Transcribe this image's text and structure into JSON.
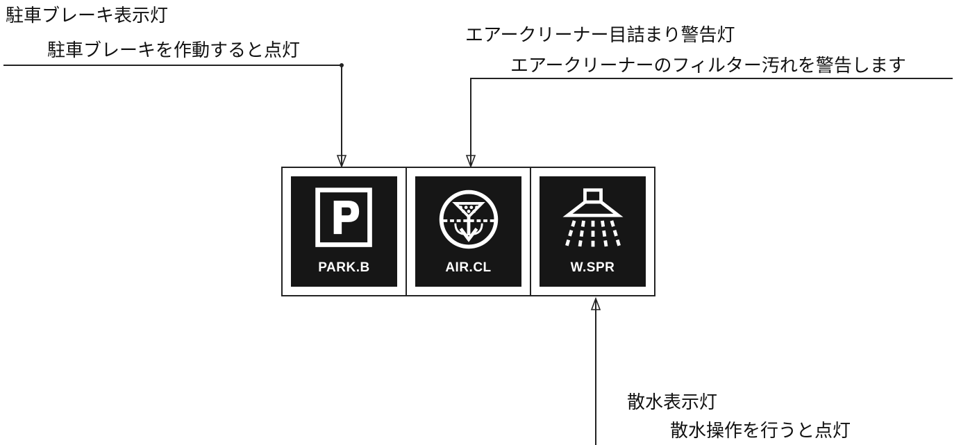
{
  "callouts": {
    "parking_brake": {
      "title": "駐車ブレーキ表示灯",
      "description": "駐車ブレーキを作動すると点灯"
    },
    "air_cleaner": {
      "title": "エアークリーナー目詰まり警告灯",
      "description": "エアークリーナーのフィルター汚れを警告します"
    },
    "water_spray": {
      "title": "散水表示灯",
      "description": "散水操作を行うと点灯"
    }
  },
  "indicators": [
    {
      "label": "PARK.B",
      "icon": "parking-p-icon"
    },
    {
      "label": "AIR.CL",
      "icon": "air-filter-icon"
    },
    {
      "label": "W.SPR",
      "icon": "water-spray-icon"
    }
  ],
  "colors": {
    "lamp_background": "#161616",
    "symbol": "#ffffff",
    "line": "#222222"
  }
}
